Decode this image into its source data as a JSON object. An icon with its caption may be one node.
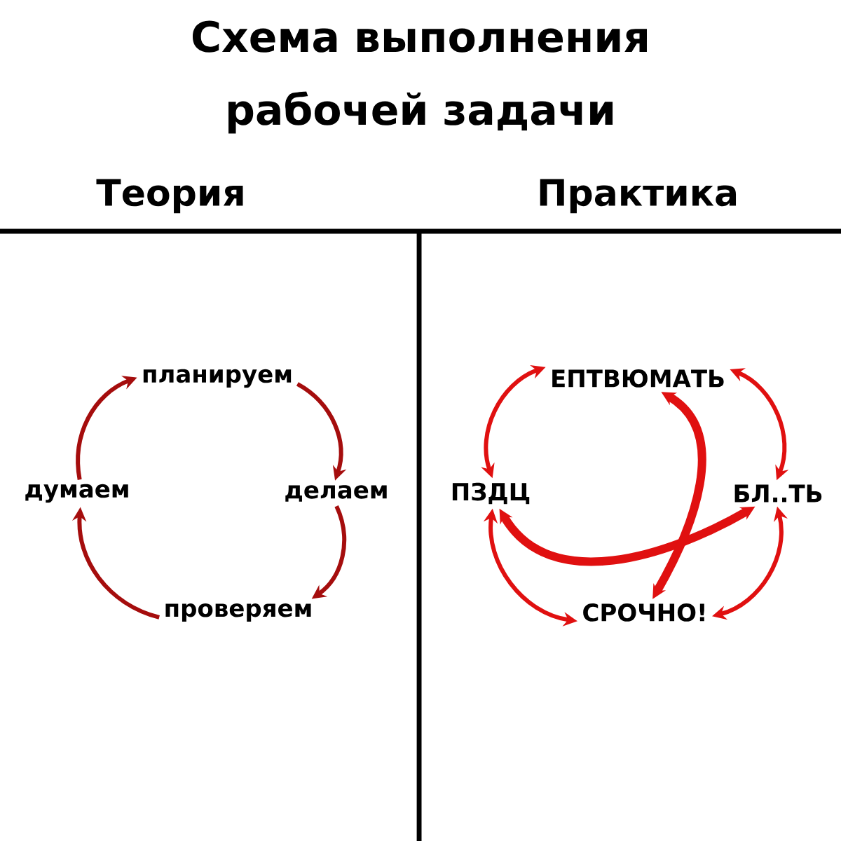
{
  "diagram": {
    "title": "Схема выполнения рабочей задачи",
    "nodes": [
      {
        "text": [
          "планируем"
        ]
      },
      {
        "text": [
          "делаем"
        ]
      },
      {
        "text": [
          "проверяем"
        ]
      },
      {
        "text": [
          "думаем"
        ]
      },
      {
        "text": [
          "ЕПТВЮМАТЬ"
        ]
      },
      {
        "text": [
          "ПЗДЦ"
        ]
      },
      {
        "text": [
          "БЛ..ТЬ"
        ]
      },
      {
        "text": [
          "СРОЧНО!"
        ]
      }
    ],
    "edges": [
      {
        "from": 0,
        "to": 1,
        "arrow": "to",
        "color": "#a50d0d"
      },
      {
        "from": 1,
        "to": 2,
        "arrow": "to",
        "color": "#a50d0d"
      },
      {
        "from": 2,
        "to": 3,
        "arrow": "to",
        "color": "#a50d0d"
      },
      {
        "from": 3,
        "to": 0,
        "arrow": "to",
        "color": "#a50d0d"
      },
      {
        "from": 4,
        "to": 5,
        "arrow": "both"
      },
      {
        "from": 4,
        "to": 6,
        "arrow": "both"
      },
      {
        "from": 5,
        "to": 7,
        "arrow": "both"
      },
      {
        "from": 6,
        "to": 7,
        "arrow": "both"
      },
      {
        "from": 5,
        "to": 6,
        "arrow": "both",
        "style": "thick"
      },
      {
        "from": 4,
        "to": 7,
        "arrow": "both",
        "style": "thick"
      }
    ],
    "labels": [
      "Теория",
      "Практика"
    ]
  }
}
